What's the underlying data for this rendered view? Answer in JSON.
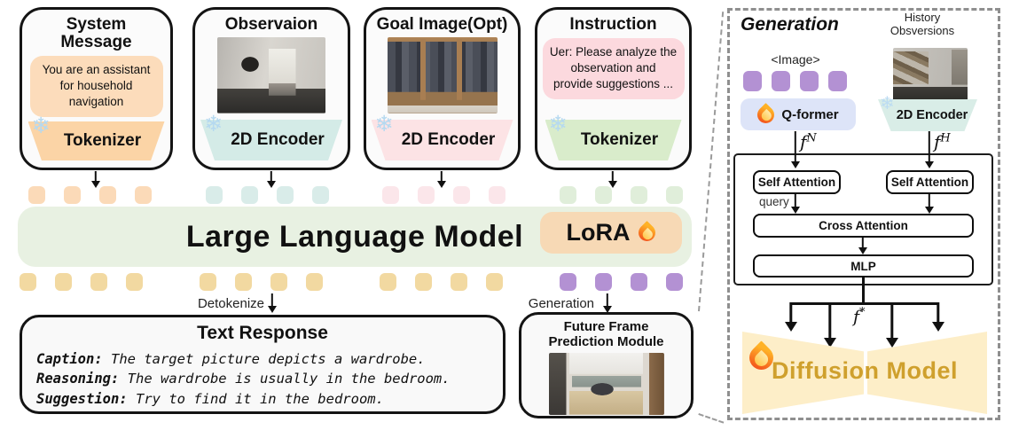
{
  "inputs": [
    {
      "title": "System Message",
      "content": "You are an assistant for household navigation",
      "processor": "Tokenizer"
    },
    {
      "title": "Observaion",
      "processor": "2D Encoder"
    },
    {
      "title": "Goal Image(Opt)",
      "processor": "2D Encoder"
    },
    {
      "title": "Instruction",
      "content": "Uer: Please analyze the observation and provide suggestions ...",
      "processor": "Tokenizer"
    }
  ],
  "llm": {
    "title": "Large Language Model",
    "lora": "LoRA"
  },
  "flow": {
    "detokenize": "Detokenize",
    "generation": "Generation"
  },
  "response": {
    "title": "Text Response",
    "lines": [
      {
        "label": "Caption:",
        "text": " The target picture depicts a wardrobe."
      },
      {
        "label": "Reasoning:",
        "text": " The wardrobe is usually in the bedroom."
      },
      {
        "label": "Suggestion:",
        "text": " Try to find it in the bedroom."
      }
    ]
  },
  "future_frame": {
    "title_line1": "Future Frame",
    "title_line2": "Prediction Module"
  },
  "panel": {
    "title": "Generation",
    "history_line1": "History",
    "history_line2": "Obsversions",
    "image_token_label": "<Image>",
    "qformer": "Q-former",
    "encoder": "2D Encoder",
    "f": "f",
    "f_n_sup": "N",
    "f_h_sup": "H",
    "f_star_sup": "*",
    "self_attention": "Self Attention",
    "query": "query",
    "cross_attention": "Cross Attention",
    "mlp": "MLP",
    "diffusion": "Diffusion Model"
  },
  "colors": {
    "token_peach": "#fbdab8",
    "token_teal": "#d9ece9",
    "token_pink": "#fbe6ea",
    "token_green": "#e0eeda",
    "token_tan": "#f2d9a1",
    "token_purple": "#b391d3",
    "llm_bg": "#e8f1e2",
    "lora_bg": "#f7d9b5",
    "qformer_bg": "#dde4f8",
    "diffusion_bg": "#fdeec8",
    "diffusion_text": "#cfa02d"
  }
}
